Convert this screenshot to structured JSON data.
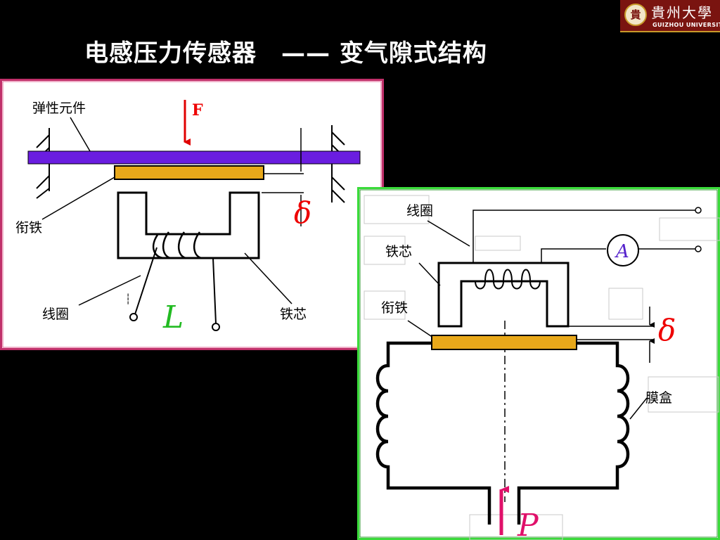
{
  "slide": {
    "title": "电感压力传感器　——  变气隙式结构"
  },
  "logo": {
    "seal_char": "貴",
    "name_cn": "貴州大學",
    "name_en": "GUIZHOU UNIVERSITY",
    "background_color": "#7a1410"
  },
  "diagram_left": {
    "border_color": "#c0306a",
    "labels": {
      "elastic_element": "弹性元件",
      "force": "F",
      "armature": "衔铁",
      "gap": "δ",
      "coil": "线圈",
      "inductance": "L",
      "core": "铁芯"
    },
    "colors": {
      "beam": "#6a1de0",
      "armature": "#e8a81a",
      "force_arrow": "#e00000",
      "inductance": "#22bb22"
    }
  },
  "diagram_right": {
    "border_color": "#3adb3a",
    "labels": {
      "coil": "线圈",
      "core": "铁芯",
      "armature": "衔铁",
      "gap": "δ",
      "ammeter": "A",
      "diaphragm_box": "膜盒",
      "pressure": "P"
    },
    "colors": {
      "armature": "#e8a81a",
      "pressure": "#e0106a",
      "ammeter": "#5522cc"
    }
  }
}
